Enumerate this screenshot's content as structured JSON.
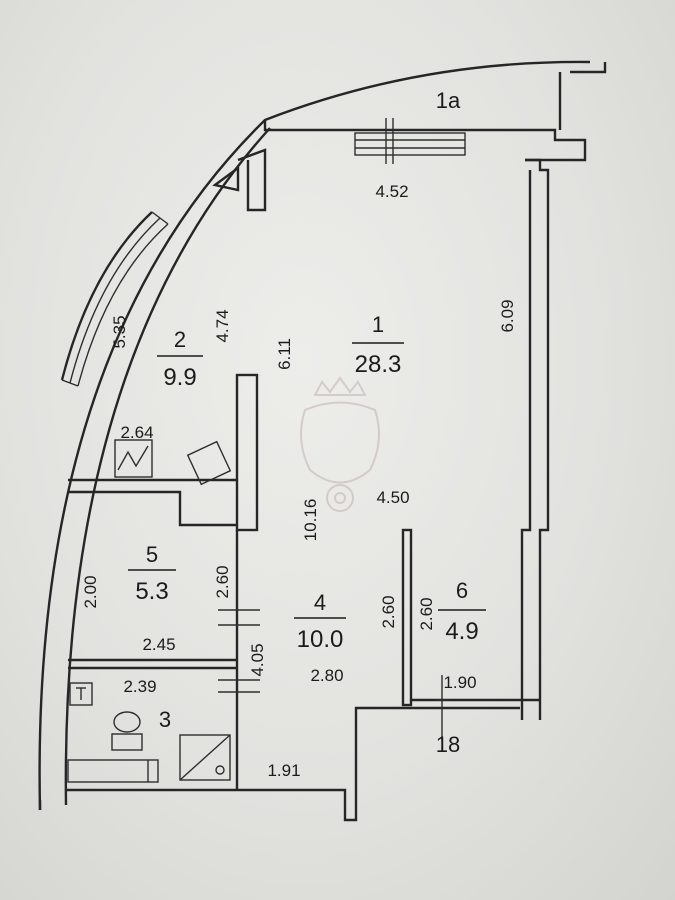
{
  "rooms": {
    "r1a": {
      "number": "1a"
    },
    "r1": {
      "number": "1",
      "area": "28.3"
    },
    "r2": {
      "number": "2",
      "area": "9.9"
    },
    "r3": {
      "number": "3"
    },
    "r4": {
      "number": "4",
      "area": "10.0"
    },
    "r5": {
      "number": "5",
      "area": "5.3"
    },
    "r6": {
      "number": "6",
      "area": "4.9"
    }
  },
  "dimensions": {
    "d452": "4.52",
    "d609": "6.09",
    "d535": "5.35",
    "d474": "4.74",
    "d611": "6.11",
    "d264": "2.64",
    "d1016": "10.16",
    "d450": "4.50",
    "d200": "2.00",
    "d260a": "2.60",
    "d260b": "2.60",
    "d260c": "2.60",
    "d245": "2.45",
    "d405": "4.05",
    "d280": "2.80",
    "d239": "2.39",
    "d190": "1.90",
    "d191": "1.91"
  },
  "marker": "18",
  "colors": {
    "ink": "#262626",
    "paper": "#e6e6e3",
    "watermark": "#b9a7a7"
  }
}
